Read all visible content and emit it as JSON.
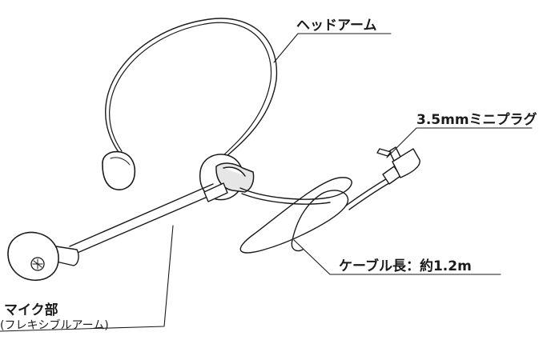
{
  "labels": {
    "head_arm": "ヘッドアーム",
    "plug": "3.5mmミニプラグ",
    "cable": "ケーブル長：約1.2m",
    "mic_title": "マイク部",
    "mic_sub": "(フレキシブルアーム)"
  },
  "colors": {
    "line": "#1a1a1a",
    "fill": "#ffffff",
    "shade": "#e6e6e6"
  }
}
